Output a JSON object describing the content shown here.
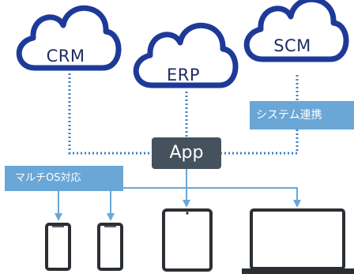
{
  "clouds": {
    "crm": "CRM",
    "erp": "ERP",
    "scm": "SCM"
  },
  "hub_label": "App",
  "tags": {
    "system_integration": "システム連携",
    "multi_os": "マルチOS対応"
  },
  "colors": {
    "cloud_outline": "#1e3a99",
    "connector": "#3d7fc1",
    "arrow": "#6aa6d6",
    "tag_fill": "#6aa6d6",
    "hub_fill": "#45525e",
    "device": "#2b2f33"
  },
  "devices": [
    "phone-icon",
    "phone-icon",
    "tablet-icon",
    "laptop-icon"
  ]
}
